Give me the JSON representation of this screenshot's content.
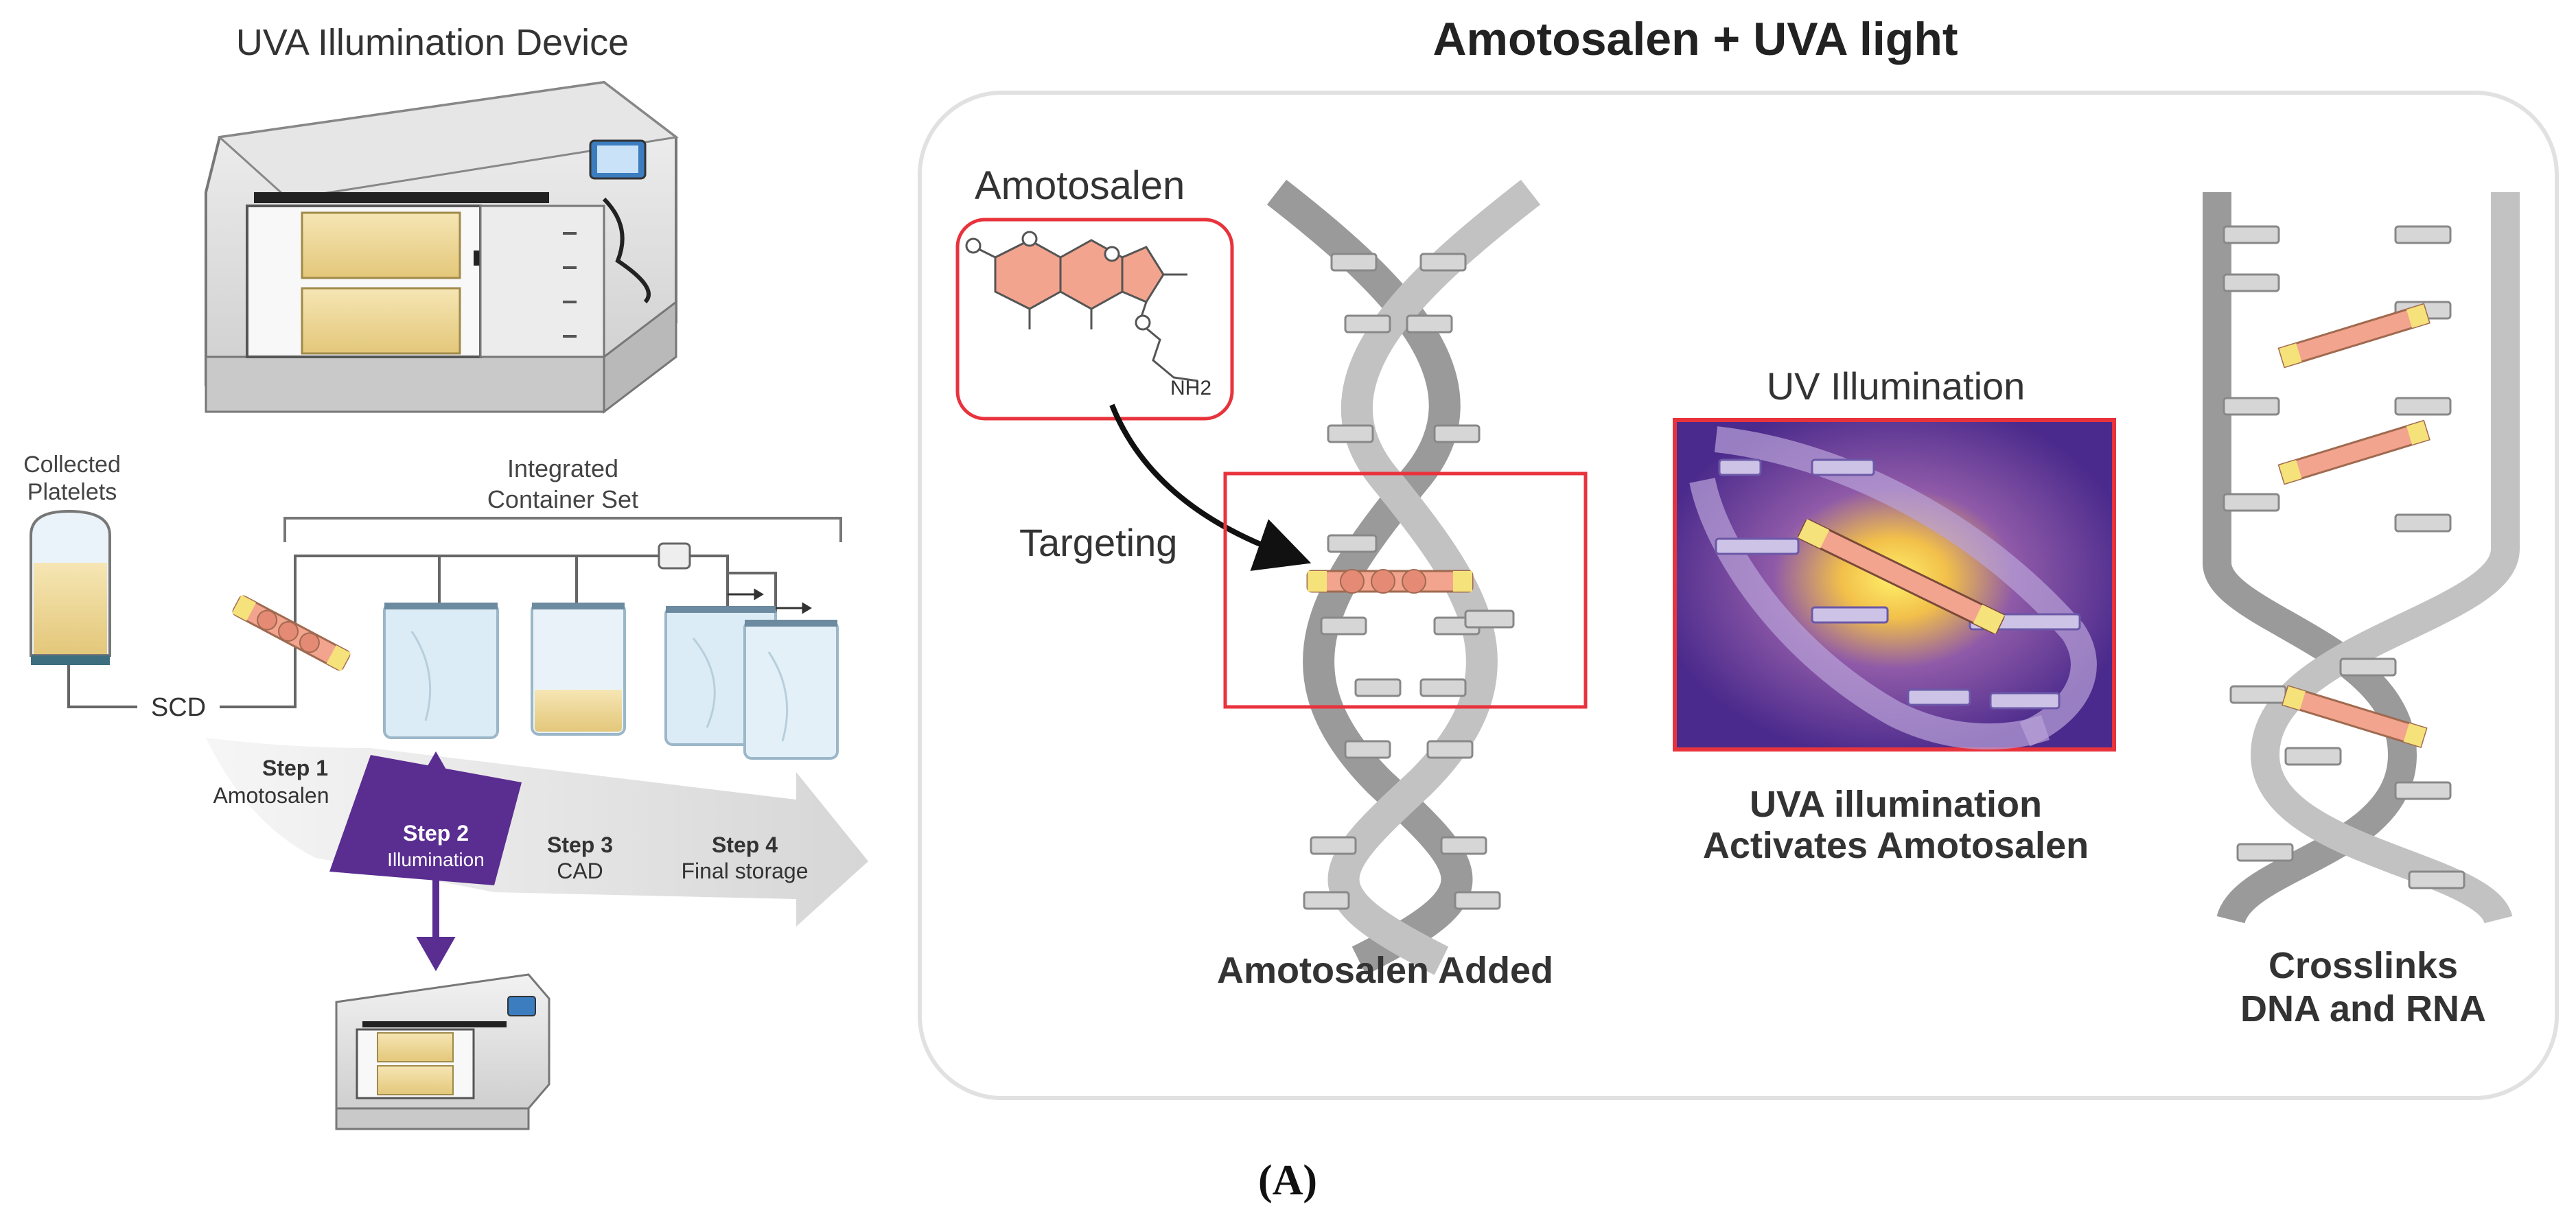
{
  "left_panel": {
    "device_title": "UVA Illumination Device",
    "collected_label_1": "Collected",
    "collected_label_2": "Platelets",
    "integrated_label_1": "Integrated",
    "integrated_label_2": "Container Set",
    "scd_label": "SCD",
    "steps": [
      {
        "title": "Step 1",
        "sub": "Amotosalen"
      },
      {
        "title": "Step 2",
        "sub": "Illumination"
      },
      {
        "title": "Step 3",
        "sub": "CAD"
      },
      {
        "title": "Step 4",
        "sub": "Final storage"
      }
    ]
  },
  "right_panel": {
    "title": "Amotosalen + UVA light",
    "molecule_label": "Amotosalen",
    "nh2_label": "NH2",
    "targeting_label": "Targeting",
    "uv_label": "UV Illumination",
    "added_caption": "Amotosalen Added",
    "activates_caption_1": "UVA illumination",
    "activates_caption_2": "Activates Amotosalen",
    "crosslinks_caption_1": "Crosslinks",
    "crosslinks_caption_2": "DNA and RNA"
  },
  "figure_label": "(A)",
  "colors": {
    "purple": "#5a2d91",
    "red_box": "#e8333c",
    "salmon": "#f2a48e",
    "yellow": "#f6e27a",
    "dna_gray": "#9a9a9a",
    "bag_blue": "#dcecf6"
  }
}
